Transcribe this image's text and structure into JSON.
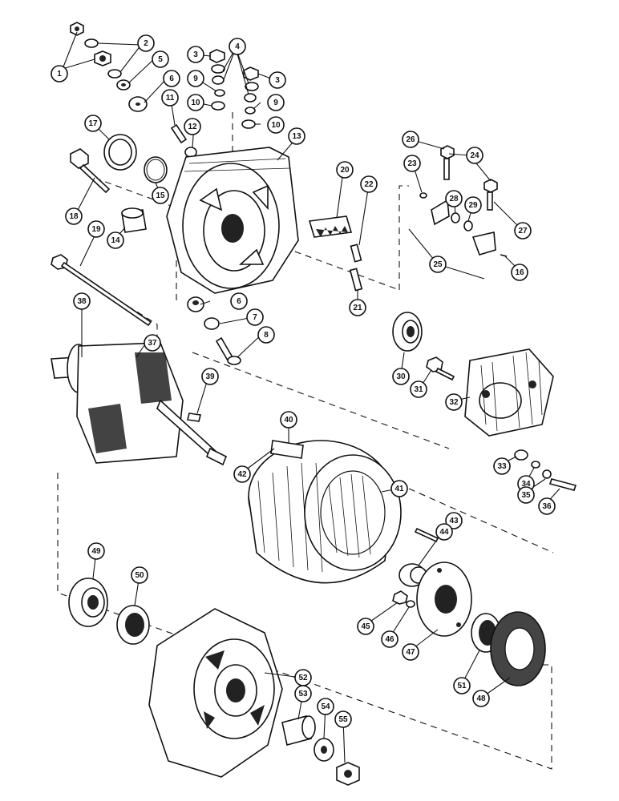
{
  "diagram": {
    "callouts": [
      {
        "id": "1",
        "label": "1"
      },
      {
        "id": "2",
        "label": "2"
      },
      {
        "id": "3a",
        "label": "3"
      },
      {
        "id": "3b",
        "label": "3"
      },
      {
        "id": "4",
        "label": "4"
      },
      {
        "id": "5",
        "label": "5"
      },
      {
        "id": "6a",
        "label": "6"
      },
      {
        "id": "6b",
        "label": "6"
      },
      {
        "id": "7",
        "label": "7"
      },
      {
        "id": "8",
        "label": "8"
      },
      {
        "id": "9a",
        "label": "9"
      },
      {
        "id": "9b",
        "label": "9"
      },
      {
        "id": "10a",
        "label": "10"
      },
      {
        "id": "10b",
        "label": "10"
      },
      {
        "id": "11",
        "label": "11"
      },
      {
        "id": "12",
        "label": "12"
      },
      {
        "id": "13",
        "label": "13"
      },
      {
        "id": "14",
        "label": "14"
      },
      {
        "id": "15",
        "label": "15"
      },
      {
        "id": "16",
        "label": "16"
      },
      {
        "id": "17",
        "label": "17"
      },
      {
        "id": "18",
        "label": "18"
      },
      {
        "id": "19",
        "label": "19"
      },
      {
        "id": "20",
        "label": "20"
      },
      {
        "id": "21",
        "label": "21"
      },
      {
        "id": "22",
        "label": "22"
      },
      {
        "id": "23",
        "label": "23"
      },
      {
        "id": "24",
        "label": "24"
      },
      {
        "id": "25",
        "label": "25"
      },
      {
        "id": "26",
        "label": "26"
      },
      {
        "id": "27",
        "label": "27"
      },
      {
        "id": "28",
        "label": "28"
      },
      {
        "id": "29",
        "label": "29"
      },
      {
        "id": "30",
        "label": "30"
      },
      {
        "id": "31",
        "label": "31"
      },
      {
        "id": "32",
        "label": "32"
      },
      {
        "id": "33",
        "label": "33"
      },
      {
        "id": "34",
        "label": "34"
      },
      {
        "id": "35",
        "label": "35"
      },
      {
        "id": "36",
        "label": "36"
      },
      {
        "id": "37",
        "label": "37"
      },
      {
        "id": "38",
        "label": "38"
      },
      {
        "id": "39",
        "label": "39"
      },
      {
        "id": "40",
        "label": "40"
      },
      {
        "id": "41",
        "label": "41"
      },
      {
        "id": "42",
        "label": "42"
      },
      {
        "id": "43",
        "label": "43"
      },
      {
        "id": "44",
        "label": "44"
      },
      {
        "id": "45",
        "label": "45"
      },
      {
        "id": "46",
        "label": "46"
      },
      {
        "id": "47",
        "label": "47"
      },
      {
        "id": "48",
        "label": "48"
      },
      {
        "id": "49",
        "label": "49"
      },
      {
        "id": "50",
        "label": "50"
      },
      {
        "id": "51",
        "label": "51"
      },
      {
        "id": "52",
        "label": "52"
      },
      {
        "id": "53",
        "label": "53"
      },
      {
        "id": "54",
        "label": "54"
      },
      {
        "id": "55",
        "label": "55"
      }
    ]
  }
}
